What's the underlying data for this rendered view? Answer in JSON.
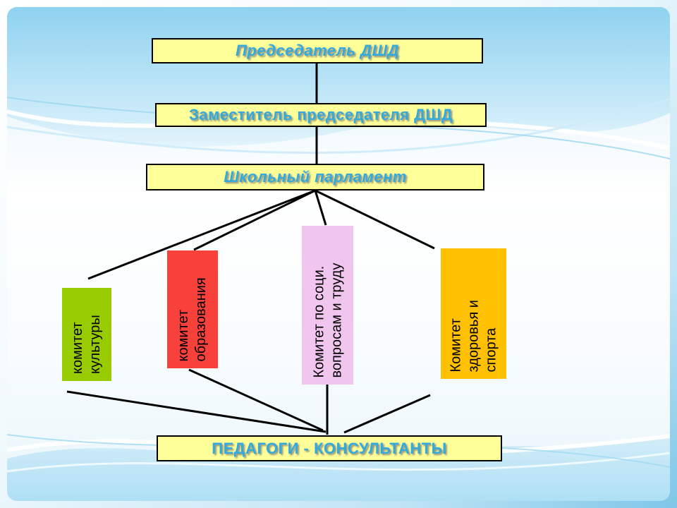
{
  "colors": {
    "box_fill": "#FFFF99",
    "box_border": "#000000",
    "heading_text": "#33A9DE",
    "connector": "#000000",
    "committee_text": "#000000"
  },
  "org_chart": {
    "chairman": "Председатель ДШД",
    "deputy": "Заместитель председателя ДШД",
    "parliament": "Школьный парламент",
    "teachers": "ПЕДАГОГИ - КОНСУЛЬТАНТЫ",
    "committees": [
      {
        "label": "комитет\nкультуры",
        "color": "#99CC00"
      },
      {
        "label": "комитет\nобразования",
        "color": "#F8413B"
      },
      {
        "label": "Комитет по соци.\nвопросам и труду",
        "color": "#F0C6EE"
      },
      {
        "label": "Комитет\nздоровья и\nспорта",
        "color": "#FFC000"
      }
    ]
  }
}
